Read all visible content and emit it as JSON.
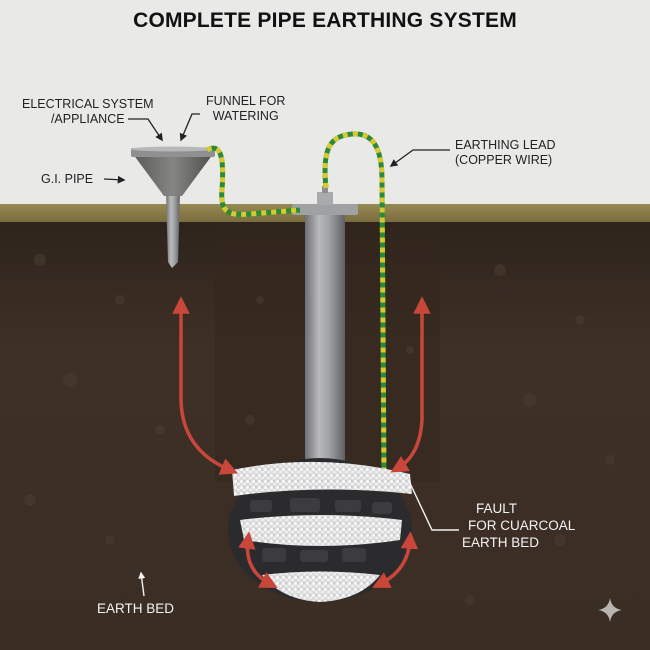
{
  "title": "COMPLETE PIPE EARTHING SYSTEM",
  "labels": {
    "electrical_system": [
      "ELECTRICAL SYSTEM",
      "/APPLIANCE"
    ],
    "funnel": [
      "FUNNEL FOR",
      "WATERING"
    ],
    "gi_pipe": "G.I. PIPE",
    "earthing_lead": [
      "EARTHING LEAD",
      "(COPPER WIRE)"
    ],
    "charcoal_bed": [
      "FAULT",
      "FOR CUARCOAL",
      "EARTH BED"
    ],
    "earth_bed": "EARTH BED"
  },
  "colors": {
    "sky": "#e9e9e8",
    "topsoil": "#8b7d48",
    "soil": "#3a2c22",
    "pipe": "#9a9c9e",
    "wire_green": "#2a8a3a",
    "wire_yellow": "#d8c832",
    "arrow_red": "#c8473a",
    "salt": "#f0f0f0",
    "charcoal": "#2b2b2d"
  },
  "icons": {
    "corner": "sparkle-icon"
  }
}
